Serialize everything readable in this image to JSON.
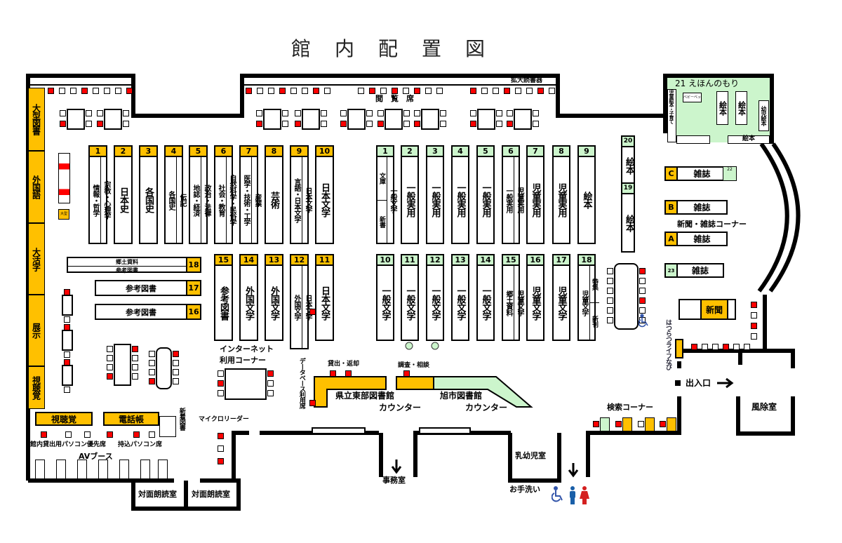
{
  "title": "館内配置図",
  "colors": {
    "shelf_adult": "#ffc000",
    "shelf_children": "#ccf5cc",
    "seat_marker": "#ff0000",
    "wall": "#000000",
    "accessibility_icon": "#3355aa",
    "men_icon": "#1a5fa8",
    "women_icon": "#d42020"
  },
  "left_wall_sections": [
    "大型図書",
    "外国語",
    "大活字",
    "展示",
    "視聴覚"
  ],
  "large_print_tag": "大型",
  "shelves_adult_top": [
    {
      "num": "1",
      "cols": [
        [
          "情報・哲学"
        ],
        [
          "宗教・心理学"
        ]
      ]
    },
    {
      "num": "2",
      "cols": [
        [
          "日本史"
        ]
      ]
    },
    {
      "num": "3",
      "cols": [
        [
          "各国史"
        ]
      ]
    },
    {
      "num": "4",
      "cols": [
        [
          "各国史"
        ],
        [
          "伝記"
        ]
      ]
    },
    {
      "num": "5",
      "cols": [
        [
          "地誌・経済"
        ],
        [
          "政治・法律"
        ]
      ]
    },
    {
      "num": "6",
      "cols": [
        [
          "社会・教育"
        ],
        [
          "自然科学・民俗学"
        ]
      ]
    },
    {
      "num": "7",
      "cols": [
        [
          "医学・技術・工学"
        ],
        [
          "産業"
        ]
      ]
    },
    {
      "num": "8",
      "cols": [
        [
          "芸術"
        ]
      ]
    },
    {
      "num": "9",
      "cols": [
        [
          "言語・日本文学"
        ],
        [
          "日本文学"
        ]
      ]
    },
    {
      "num": "10",
      "cols": [
        [
          "日本文学"
        ]
      ]
    }
  ],
  "shelves_adult_bottom": [
    {
      "num": "15",
      "cols": [
        [
          "参考図書"
        ]
      ]
    },
    {
      "num": "14",
      "cols": [
        [
          "外国文学"
        ]
      ]
    },
    {
      "num": "13",
      "cols": [
        [
          "外国文学"
        ]
      ]
    },
    {
      "num": "12",
      "cols": [
        [
          "外国文学"
        ],
        [
          "日本文学"
        ]
      ]
    },
    {
      "num": "11",
      "cols": [
        [
          "日本文学"
        ]
      ]
    }
  ],
  "shelves_green_top": [
    {
      "num": "1",
      "cols": [
        [
          "文庫",
          "新書"
        ],
        [
          "一般文学"
        ]
      ]
    },
    {
      "num": "2",
      "cols": [
        [
          "一般実用"
        ]
      ]
    },
    {
      "num": "3",
      "cols": [
        [
          "一般実用"
        ]
      ]
    },
    {
      "num": "4",
      "cols": [
        [
          "一般実用"
        ]
      ]
    },
    {
      "num": "5",
      "cols": [
        [
          "一般実用"
        ]
      ]
    },
    {
      "num": "6",
      "cols": [
        [
          "一般実用"
        ],
        [
          "児童実用"
        ]
      ]
    },
    {
      "num": "7",
      "cols": [
        [
          "児童実用"
        ]
      ]
    },
    {
      "num": "8",
      "cols": [
        [
          "児童実用"
        ]
      ]
    },
    {
      "num": "9",
      "cols": [
        [
          "絵本"
        ]
      ]
    }
  ],
  "shelves_green_bottom": [
    {
      "num": "10",
      "cols": [
        [
          "一般文学"
        ]
      ]
    },
    {
      "num": "11",
      "cols": [
        [
          "一般文学"
        ]
      ]
    },
    {
      "num": "12",
      "cols": [
        [
          "一般文学"
        ]
      ]
    },
    {
      "num": "13",
      "cols": [
        [
          "一般文学"
        ]
      ]
    },
    {
      "num": "14",
      "cols": [
        [
          "一般文学"
        ]
      ]
    },
    {
      "num": "15",
      "cols": [
        [
          "郷土資料"
        ],
        [
          "児童文学"
        ]
      ]
    },
    {
      "num": "16",
      "cols": [
        [
          "児童文学"
        ]
      ]
    },
    {
      "num": "17",
      "cols": [
        [
          "児童文学"
        ]
      ]
    },
    {
      "num": "18",
      "cols": [
        [
          "児童文学"
        ],
        [
          "特集",
          "新刊"
        ]
      ]
    }
  ],
  "shelves_horizontal": [
    {
      "num": "18",
      "rows": [
        "郷土資料",
        "参考図書"
      ]
    },
    {
      "num": "17",
      "rows": [
        "参考図書"
      ]
    },
    {
      "num": "16",
      "rows": [
        "参考図書"
      ]
    }
  ],
  "picture_book_shelves": [
    {
      "num": "20",
      "label": "絵本"
    },
    {
      "num": "19",
      "label": "絵本"
    }
  ],
  "ehon_room": {
    "title": "21 えほんのもり",
    "baby_bed": "ベビーベッド",
    "wall_shelf": "児童絵本・子育て",
    "shelf_a": "絵本",
    "shelf_b": "絵本",
    "toddler_shelf": "幼児絵本",
    "bottom_shelf": "絵本"
  },
  "magazines": [
    {
      "key": "C",
      "label": "雑誌"
    },
    {
      "key": "B",
      "label": "雑誌"
    },
    {
      "key": "A",
      "label": "雑誌"
    },
    {
      "key": "23",
      "label": "雑誌"
    }
  ],
  "small_shelf_22": "22",
  "labels": {
    "reading_seats": "閲　覧　席",
    "magnifier": "拡大読書器",
    "newspaper_magazine_corner": "新聞・雑誌コーナー",
    "newspaper": "新聞",
    "internet_corner_1": "インターネット",
    "internet_corner_2": "利用コーナー",
    "database_seats": "データベース利用席",
    "lending_return": "貸出・返却",
    "reference_consult": "調査・相談",
    "pref_counter_1": "県立東部図書館",
    "pref_counter_2": "カウンター",
    "city_counter_1": "旭市図書館",
    "city_counter_2": "カウンター",
    "av_room": "視聴覚",
    "phone_books": "電話帳",
    "new_books": "新着図書",
    "pc_priority": "館内貸出用パソコン優先席",
    "own_pc": "持込パソコン席",
    "av_booth": "AVブース",
    "micro_reader": "マイクロリーダー",
    "reading_room_1": "対面朗読室",
    "reading_room_2": "対面朗読室",
    "office": "事務室",
    "nursing_room": "乳幼児室",
    "restroom": "お手洗い",
    "search_corner": "検索コーナー",
    "life_navi": "はつらつライフなび",
    "entrance": "出入口",
    "windbreak_room": "風除室"
  }
}
